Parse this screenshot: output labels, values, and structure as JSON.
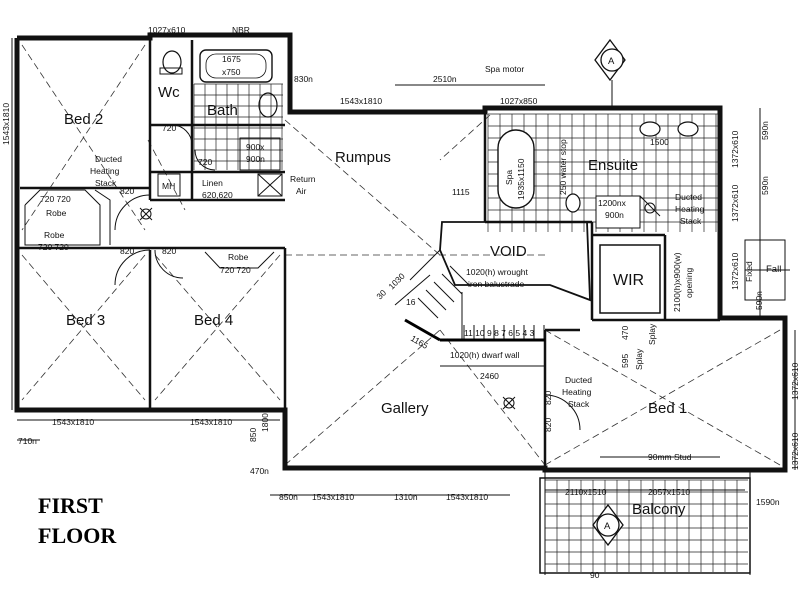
{
  "title_line1": "FIRST",
  "title_line2": "FLOOR",
  "rooms": {
    "bed2": "Bed 2",
    "wc": "Wc",
    "bath": "Bath",
    "rumpus": "Rumpus",
    "ensuite": "Ensuite",
    "void": "VOID",
    "wir": "WIR",
    "bed3": "Bed 3",
    "bed4": "Bed 4",
    "gallery": "Gallery",
    "bed1": "Bed 1",
    "balcony": "Balcony"
  },
  "labels": {
    "top_window_1": "1027x610",
    "top_window_2": "NBR",
    "bath_tub": "1675",
    "bath_tub2": "x750",
    "dim_830": "830n",
    "dim_2510": "2510n",
    "spa_motor": "Spa motor",
    "window_1543_top": "1543x1810",
    "window_1027_850": "1027x850",
    "left_window": "1543x1810",
    "wc_720": "720",
    "bath_720": "720",
    "shower": "900x",
    "shower2": "900n",
    "ducted_stack_1": "Ducted",
    "ducted_stack_2": "Heating",
    "ducted_stack_3": "Stack",
    "dim_820_a": "820",
    "mh": "MH",
    "linen_1": "Linen",
    "linen_2": "620,620",
    "return_air_1": "Return",
    "return_air_2": "Air",
    "robe_top_dim": "720 720",
    "robe_a": "Robe",
    "robe_b": "Robe",
    "robe_b_dim": "720 720",
    "dim_820_b": "820",
    "dim_820_c": "820",
    "robe_c": "Robe",
    "robe_c_dim": "720 720",
    "dim_1115": "1115",
    "spa_1": "Spa",
    "spa_2": "1935x1150",
    "water_stop": "250 water stop",
    "dim_1500": "1500",
    "shower2_1": "1200nx",
    "shower2_2": "900n",
    "ducted_e_1": "Ducted",
    "ducted_e_2": "Heating",
    "ducted_e_3": "Stack",
    "win_1372_610_a": "1372x610",
    "win_590_a": "590n",
    "win_1372_610_b": "1372x610",
    "win_590_b": "590n",
    "win_1372_610_c": "1372x610",
    "fixed": "Fixed",
    "fall": "Fall",
    "win_590_c": "590n",
    "balust_1": "1020(h) wrought",
    "balust_2": "iron balustrade",
    "stair_dim_1": "1030",
    "stair_dim_2": "30",
    "stair_16": "16",
    "stair_1165": "1165",
    "stair_nums": "11 10 9 8 7 6 5 4 3",
    "wall_1020": "1020(h) dwarf wall",
    "dim_2460": "2460",
    "wir_opening_1": "2100(h)x900(w)",
    "wir_opening_2": "opening",
    "dim_595": "595",
    "dim_470": "470",
    "splay_1": "Splay",
    "splay_2": "Splay",
    "ducted_g_1": "Ducted",
    "ducted_g_2": "Heating",
    "ducted_g_3": "Stack",
    "dim_820_d": "820",
    "dim_820_e": "820",
    "stud": "90mm Stud",
    "bottom_1543_a": "1543x1810",
    "bottom_1543_b": "1543x1810",
    "bottom_1543_c": "1543x1810",
    "bottom_1543_d": "1543x1810",
    "dim_710": "710n",
    "dim_850_v": "850",
    "dim_1800": "1800",
    "dim_470_b": "470n",
    "dim_850_h": "850n",
    "dim_1310": "1310n",
    "dim_2110": "2110x1510",
    "dim_2057": "2057x1510",
    "dim_1590": "1590n",
    "right_1372_a": "1372x610",
    "right_1372_b": "1372x610",
    "section_a": "A",
    "section_a2": "A",
    "bottom_90": "90"
  }
}
